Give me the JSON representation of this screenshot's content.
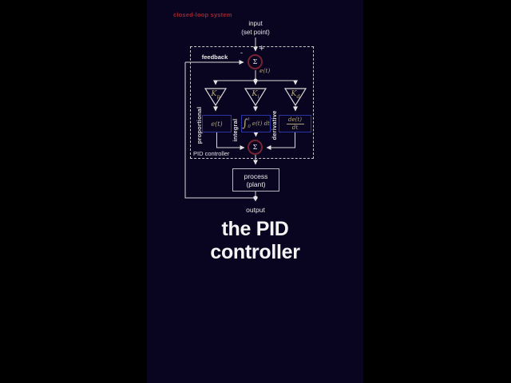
{
  "frame": {
    "system_label": "closed-loop system",
    "input_label_line1": "input",
    "input_label_line2": "(set point)",
    "output_label": "output"
  },
  "summing": {
    "sum_symbol": "Σ",
    "plus_sign": "+",
    "minus_sign": "-",
    "feedback_label": "feedback",
    "error_signal": "e(t)"
  },
  "pid": {
    "box_label": "PID controller",
    "branches": [
      {
        "gain_base": "K",
        "gain_sub": "p",
        "channel": "proportional",
        "block": {
          "value": "e(t)"
        }
      },
      {
        "gain_base": "K",
        "gain_sub": "i",
        "channel": "integral",
        "block": {
          "integral_sign": "∫",
          "upper_limit": "t",
          "lower_limit": "0",
          "integrand": "e(t) dt"
        }
      },
      {
        "gain_base": "K",
        "gain_sub": "d",
        "channel": "derivative",
        "block": {
          "numerator": "de(t)",
          "denominator": "dt"
        }
      }
    ]
  },
  "process": {
    "line1": "process",
    "line2": "(plant)"
  },
  "title": {
    "line1": "the PID",
    "line2": "controller"
  },
  "colors": {
    "side_bars": "#000000",
    "background": "#090520",
    "accent_red_label": "#9c2731",
    "sum_circle_red": "#77222f",
    "block_border_blue": "#2b34a3",
    "math_gold": "#b3a577",
    "wire_white": "#d9d9d9",
    "title_white": "#f4f4f4"
  }
}
